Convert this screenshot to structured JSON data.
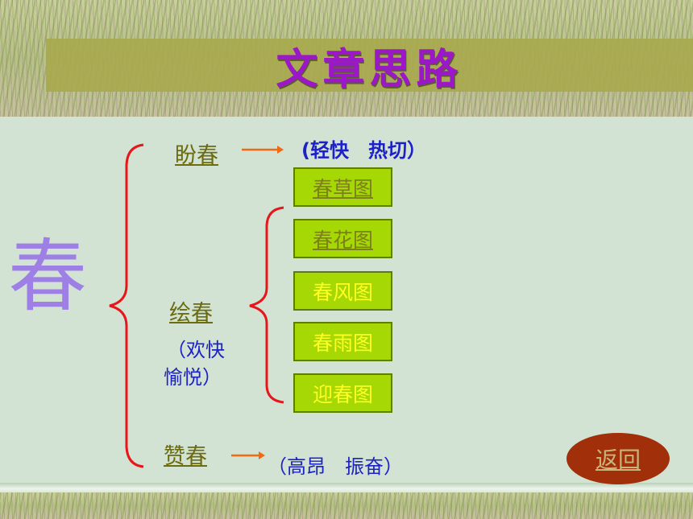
{
  "title": "文章思路",
  "main_char": "春",
  "sections": {
    "pan": {
      "label": "盼春",
      "note": "(轻快　热切）"
    },
    "hui": {
      "label": "绘春",
      "note_line1": "（欢快",
      "note_line2": "愉悦）"
    },
    "zan": {
      "label": "赞春",
      "note": "（高昂　振奋）"
    }
  },
  "scenes": [
    "春草图",
    "春花图",
    "春风图",
    "春雨图",
    "迎春图"
  ],
  "back_button": "返回",
  "colors": {
    "accent": "#9b18c8",
    "button": "#a5d804",
    "bracket": "#e8161b",
    "arrow": "#f06a13"
  }
}
